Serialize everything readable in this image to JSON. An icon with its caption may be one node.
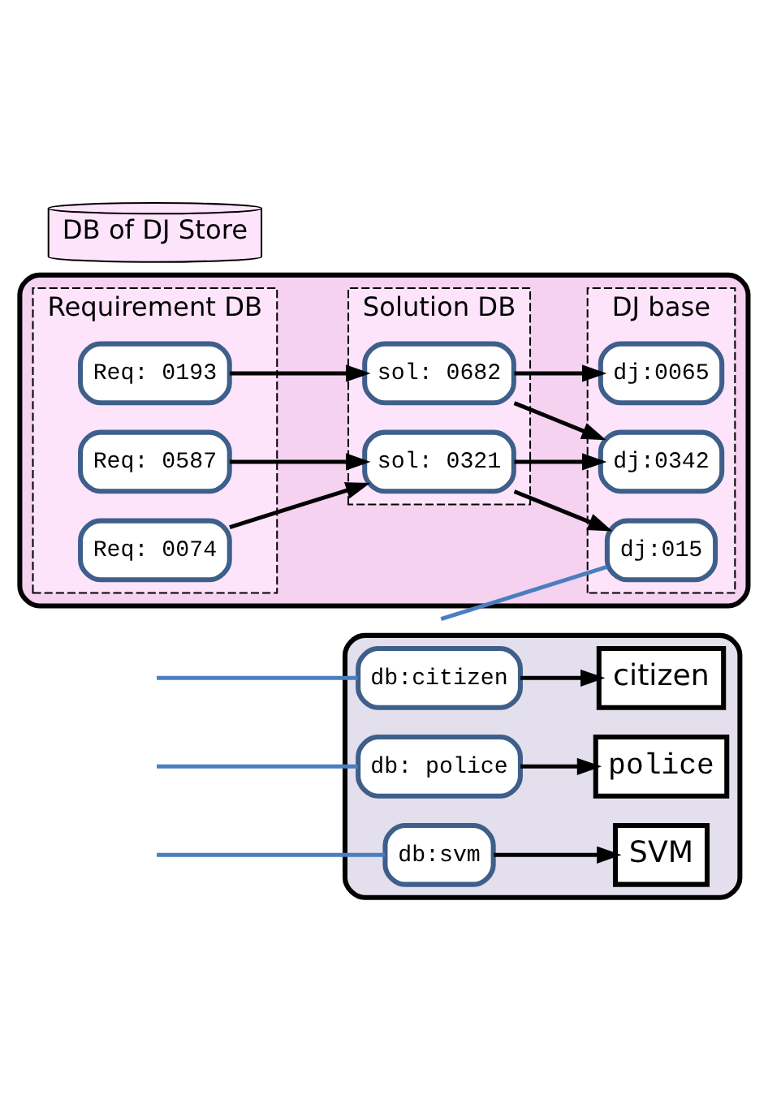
{
  "diagram": {
    "nodes": [
      {
        "text": [],
        "shape": "box"
      },
      {
        "text": [
          "db:citizen"
        ],
        "in": 0
      },
      {
        "text": [
          "citizen"
        ],
        "in": 0
      },
      {
        "text": [
          "db: police"
        ],
        "in": 0
      },
      {
        "text": [
          "police"
        ],
        "in": 0
      },
      {
        "text": [
          "db:svm"
        ],
        "in": 0
      },
      {
        "text": [
          "SVM"
        ],
        "in": 0
      },
      {
        "text": [],
        "shape": "box"
      },
      {
        "text": [
          "DJ base"
        ],
        "in": 7
      },
      {
        "text": [
          "Solution DB"
        ],
        "in": 7
      },
      {
        "text": [
          "Requirement DB"
        ],
        "in": 7
      },
      {
        "text": [
          "dj:015"
        ],
        "in": 8
      },
      {
        "text": [
          "dj:0342"
        ],
        "in": 8
      },
      {
        "text": [
          "dj:0065"
        ],
        "in": 8
      },
      {
        "text": [
          "sol: 0321"
        ],
        "in": 9
      },
      {
        "text": [
          "sol: 0682"
        ],
        "in": 9
      },
      {
        "text": [
          "Req: 0587"
        ],
        "in": 10
      },
      {
        "text": [
          "Req: 0074"
        ],
        "in": 10
      },
      {
        "text": [
          "Req: 0193"
        ],
        "in": 10
      },
      {
        "text": [
          "DB of DJ Store"
        ]
      }
    ],
    "edges": [
      {
        "from": null,
        "to": 1,
        "arrow": "none",
        "color": "#4a7ebf"
      },
      {
        "from": null,
        "to": 3,
        "arrow": "none",
        "color": "#4a7ebf"
      },
      {
        "from": null,
        "to": 5,
        "arrow": "none",
        "color": "#4a7ebf"
      },
      {
        "from": null,
        "to": 11,
        "arrow": "none",
        "color": "#4a7ebf"
      },
      {
        "from": 1,
        "to": 2,
        "arrow": "to"
      },
      {
        "from": 3,
        "to": 4,
        "arrow": "to"
      },
      {
        "from": 5,
        "to": 6,
        "arrow": "to"
      },
      {
        "from": 14,
        "to": 11,
        "arrow": "to"
      },
      {
        "from": 14,
        "to": 12,
        "arrow": "to"
      },
      {
        "from": 15,
        "to": 12,
        "arrow": "to"
      },
      {
        "from": 15,
        "to": 13,
        "arrow": "to"
      },
      {
        "from": 16,
        "to": 14,
        "arrow": "to"
      },
      {
        "from": 17,
        "to": 14,
        "arrow": "to"
      },
      {
        "from": 18,
        "to": 15,
        "arrow": "to"
      }
    ]
  }
}
